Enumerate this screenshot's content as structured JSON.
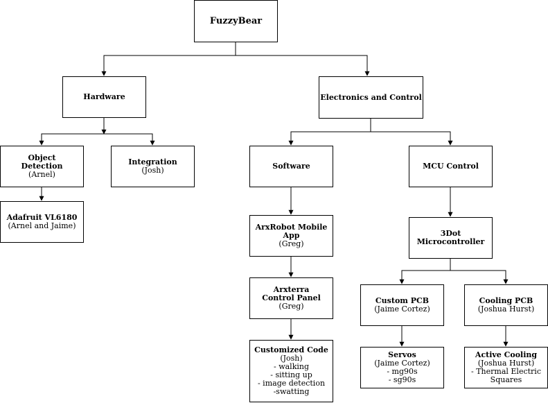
{
  "nodes": {
    "fuzzybear": {
      "title": "FuzzyBear",
      "lines": []
    },
    "hardware": {
      "title": "Hardware",
      "lines": []
    },
    "electronics": {
      "title": "Electronics and Control",
      "lines": []
    },
    "object_detection": {
      "title": "Object\nDetection",
      "lines": [
        "(Arnel)"
      ]
    },
    "integration": {
      "title": "Integration",
      "lines": [
        "(Josh)"
      ]
    },
    "adafruit": {
      "title": "Adafruit VL6180",
      "lines": [
        "(Arnel and Jaime)"
      ]
    },
    "software": {
      "title": "Software",
      "lines": []
    },
    "mcu_control": {
      "title": "MCU Control",
      "lines": []
    },
    "arxrobot_app": {
      "title": "ArxRobot Mobile App",
      "lines": [
        "(Greg)"
      ]
    },
    "arxterra_panel": {
      "title": "Arxterra\nControl Panel",
      "lines": [
        "(Greg)"
      ]
    },
    "customized_code": {
      "title": "Customized Code",
      "lines": [
        "(Josh)",
        "- walking",
        "- sitting up",
        "- image detection",
        "-swatting"
      ]
    },
    "microcontroller": {
      "title": "3Dot Microcontroller",
      "lines": []
    },
    "custom_pcb": {
      "title": "Custom PCB",
      "lines": [
        "(Jaime Cortez)"
      ]
    },
    "cooling_pcb": {
      "title": "Cooling PCB",
      "lines": [
        "(Joshua Hurst)"
      ]
    },
    "servos": {
      "title": "Servos",
      "lines": [
        "(Jaime Cortez)",
        "- mg90s",
        "- sg90s"
      ]
    },
    "active_cooling": {
      "title": "Active Cooling",
      "lines": [
        "(Joshua Hurst)",
        "- Thermal Electric",
        "Squares"
      ]
    }
  }
}
